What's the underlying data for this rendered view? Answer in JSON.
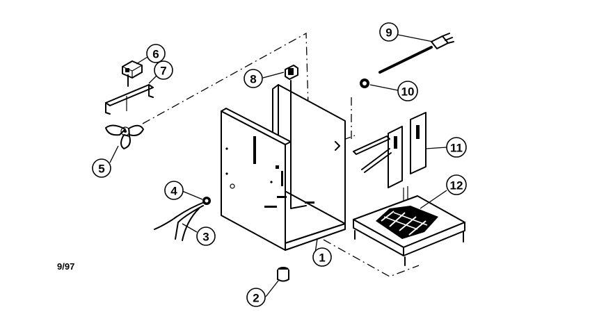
{
  "diagram": {
    "callouts": [
      {
        "label": "1"
      },
      {
        "label": "2"
      },
      {
        "label": "3"
      },
      {
        "label": "4"
      },
      {
        "label": "5"
      },
      {
        "label": "6"
      },
      {
        "label": "7"
      },
      {
        "label": "8"
      },
      {
        "label": "9"
      },
      {
        "label": "10"
      },
      {
        "label": "11"
      },
      {
        "label": "12"
      }
    ],
    "date_code": "9/97"
  }
}
